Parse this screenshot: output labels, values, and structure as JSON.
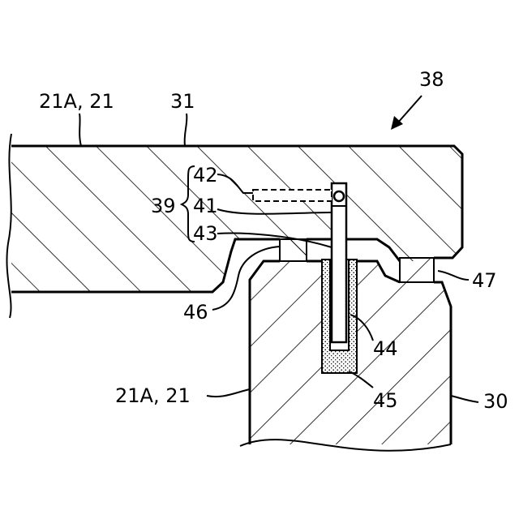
{
  "labels": {
    "ref_38": "38",
    "ref_21a_top": "21A, 21",
    "ref_31": "31",
    "ref_42": "42",
    "ref_41": "41",
    "ref_43": "43",
    "ref_39": "39",
    "ref_46": "46",
    "ref_47": "47",
    "ref_44": "44",
    "ref_45": "45",
    "ref_21a_bottom": "21A, 21",
    "ref_30": "30"
  },
  "colors": {
    "line": "#000000",
    "background": "#ffffff"
  }
}
